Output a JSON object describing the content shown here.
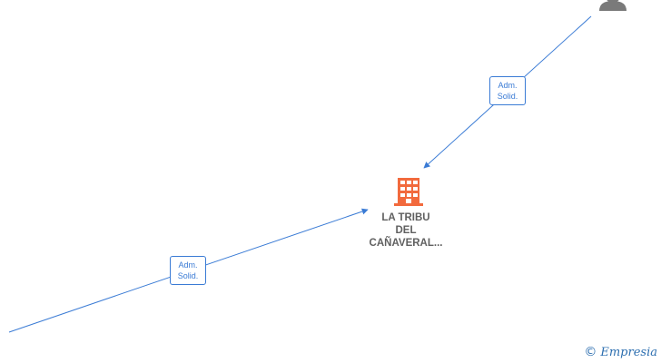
{
  "nodes": {
    "company": {
      "name_lines": [
        "LA TRIBU",
        "DEL",
        "CAÑAVERAL..."
      ],
      "icon": "building-icon",
      "color": "#f26a3d"
    },
    "person": {
      "icon": "person-icon",
      "color": "#7a7a7a"
    }
  },
  "edges": [
    {
      "label_line1": "Adm.",
      "label_line2": "Solid."
    },
    {
      "label_line1": "Adm.",
      "label_line2": "Solid."
    }
  ],
  "colors": {
    "edge": "#3a7bd5",
    "label_text": "#606060"
  },
  "watermark": {
    "symbol": "©",
    "text": "Empresia"
  }
}
